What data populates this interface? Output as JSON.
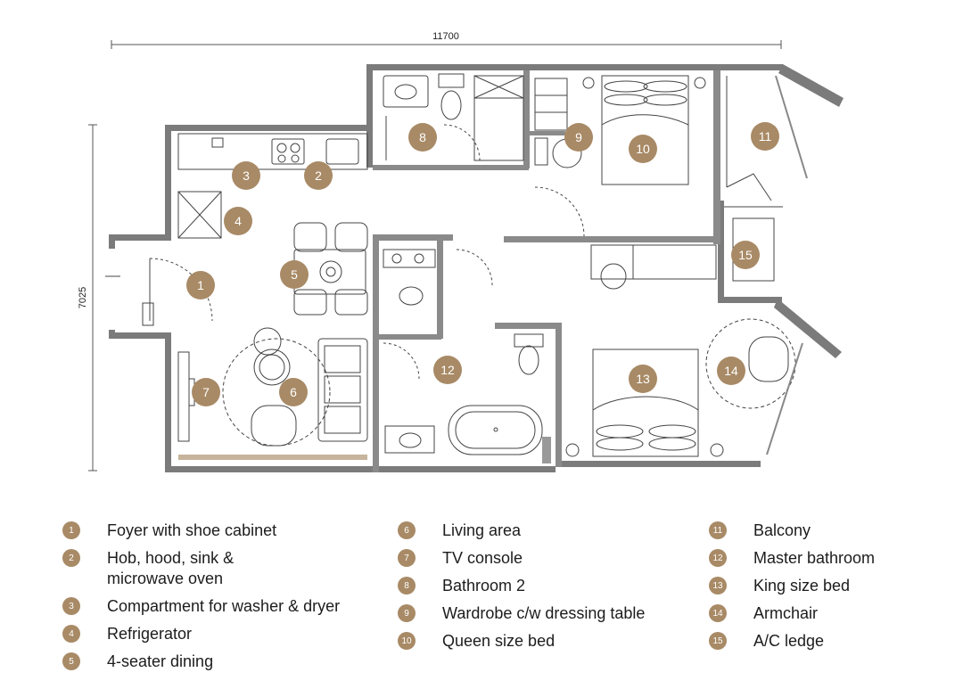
{
  "dimensions": {
    "width_label": "11700",
    "height_label": "7025"
  },
  "markers": [
    {
      "num": "1"
    },
    {
      "num": "2"
    },
    {
      "num": "3"
    },
    {
      "num": "4"
    },
    {
      "num": "5"
    },
    {
      "num": "6"
    },
    {
      "num": "7"
    },
    {
      "num": "8"
    },
    {
      "num": "9"
    },
    {
      "num": "10"
    },
    {
      "num": "11"
    },
    {
      "num": "12"
    },
    {
      "num": "13"
    },
    {
      "num": "14"
    },
    {
      "num": "15"
    }
  ],
  "legend": {
    "col1": [
      {
        "num": "1",
        "label": "Foyer with shoe cabinet"
      },
      {
        "num": "2",
        "label": "Hob, hood, sink &\nmicrowave oven"
      },
      {
        "num": "3",
        "label": "Compartment for washer & dryer"
      },
      {
        "num": "4",
        "label": "Refrigerator"
      },
      {
        "num": "5",
        "label": "4-seater dining"
      }
    ],
    "col2": [
      {
        "num": "6",
        "label": "Living area"
      },
      {
        "num": "7",
        "label": "TV console"
      },
      {
        "num": "8",
        "label": "Bathroom 2"
      },
      {
        "num": "9",
        "label": "Wardrobe c/w dressing table"
      },
      {
        "num": "10",
        "label": "Queen size bed"
      }
    ],
    "col3": [
      {
        "num": "11",
        "label": "Balcony"
      },
      {
        "num": "12",
        "label": "Master bathroom"
      },
      {
        "num": "13",
        "label": "King size bed"
      },
      {
        "num": "14",
        "label": "Armchair"
      },
      {
        "num": "15",
        "label": "A/C ledge"
      }
    ]
  },
  "colors": {
    "accent": "#a88a66",
    "wall": "#7b7b7b",
    "line": "#444444"
  }
}
